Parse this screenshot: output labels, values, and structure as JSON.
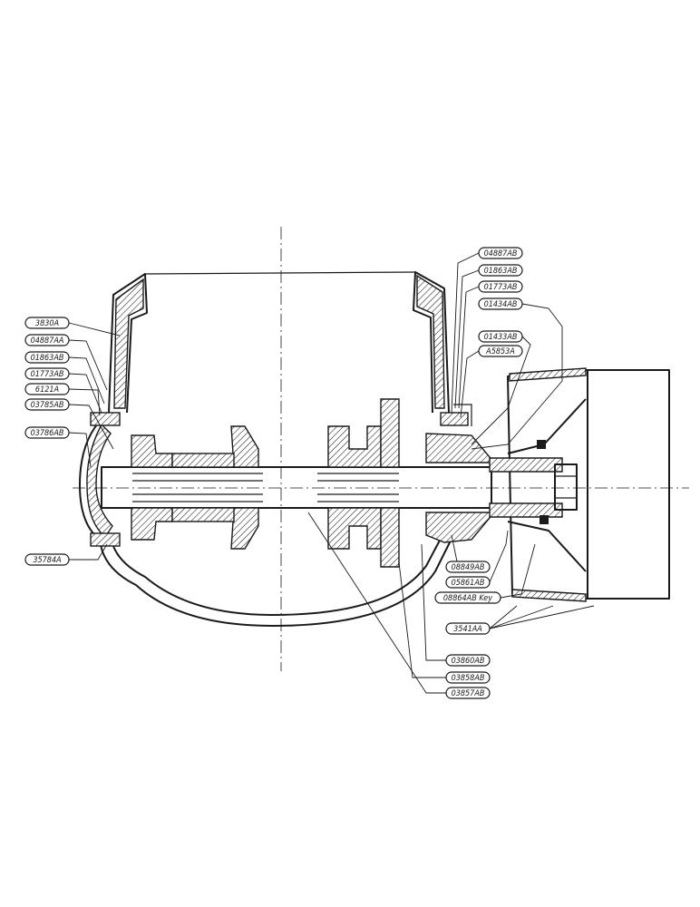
{
  "callouts_left": [
    {
      "id": "L1",
      "text": "3830A"
    },
    {
      "id": "L2",
      "text": "04887AA"
    },
    {
      "id": "L3",
      "text": "01863AB"
    },
    {
      "id": "L4",
      "text": "01773AB"
    },
    {
      "id": "L5",
      "text": "6121A"
    },
    {
      "id": "L6",
      "text": "03785AB"
    },
    {
      "id": "L7",
      "text": "03786AB"
    },
    {
      "id": "L8",
      "text": "35784A"
    }
  ],
  "callouts_right": [
    {
      "id": "R1",
      "text": "04887AB"
    },
    {
      "id": "R2",
      "text": "01863AB"
    },
    {
      "id": "R3",
      "text": "01773AB"
    },
    {
      "id": "R4",
      "text": "01434AB"
    },
    {
      "id": "R5",
      "text": "01433AB"
    },
    {
      "id": "R6",
      "text": "A5853A"
    },
    {
      "id": "R7",
      "text": "08849AB"
    },
    {
      "id": "R8",
      "text": "05861AB"
    },
    {
      "id": "R9",
      "text": "08864AB Key"
    },
    {
      "id": "R10",
      "text": "3541AA"
    },
    {
      "id": "R11",
      "text": "03860AB"
    },
    {
      "id": "R12",
      "text": "03858AB"
    },
    {
      "id": "R13",
      "text": "03857AB"
    }
  ]
}
